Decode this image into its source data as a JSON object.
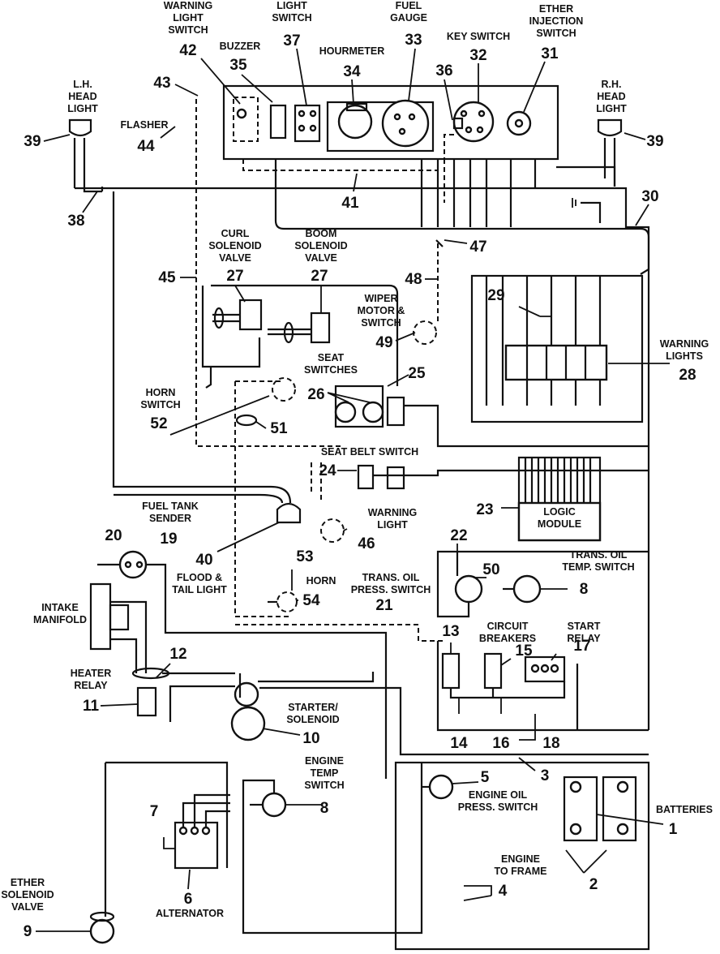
{
  "labels": {
    "warning_light_switch": [
      "WARNING",
      "LIGHT",
      "SWITCH"
    ],
    "light_switch": [
      "LIGHT",
      "SWITCH"
    ],
    "buzzer": "BUZZER",
    "hourmeter": "HOURMETER",
    "fuel_gauge": [
      "FUEL",
      "GAUGE"
    ],
    "key_switch": "KEY SWITCH",
    "ether_injection_switch": [
      "ETHER",
      "INJECTION",
      "SWITCH"
    ],
    "lh_head_light": [
      "L.H.",
      "HEAD",
      "LIGHT"
    ],
    "rh_head_light": [
      "R.H.",
      "HEAD",
      "LIGHT"
    ],
    "flasher": "FLASHER",
    "curl_solenoid_valve": [
      "CURL",
      "SOLENOID",
      "VALVE"
    ],
    "boom_solenoid_valve": [
      "BOOM",
      "SOLENOID",
      "VALVE"
    ],
    "wiper_motor_switch": [
      "WIPER",
      "MOTOR &",
      "SWITCH"
    ],
    "warning_lights": [
      "WARNING",
      "LIGHTS"
    ],
    "seat_switches": [
      "SEAT",
      "SWITCHES"
    ],
    "horn_switch": [
      "HORN",
      "SWITCH"
    ],
    "seat_belt_switch": "SEAT BELT SWITCH",
    "logic_module": [
      "LOGIC",
      "MODULE"
    ],
    "fuel_tank_sender": [
      "FUEL TANK",
      "SENDER"
    ],
    "warning_light": [
      "WARNING",
      "LIGHT"
    ],
    "flood_tail_light": [
      "FLOOD &",
      "TAIL LIGHT"
    ],
    "horn": "HORN",
    "trans_oil_press_switch": [
      "TRANS. OIL",
      "PRESS. SWITCH"
    ],
    "trans_oil_temp_switch": [
      "TRANS. OIL",
      "TEMP. SWITCH"
    ],
    "intake_manifold": [
      "INTAKE",
      "MANIFOLD"
    ],
    "heater_relay": [
      "HEATER",
      "RELAY"
    ],
    "circuit_breakers": [
      "CIRCUIT",
      "BREAKERS"
    ],
    "start_relay": [
      "START",
      "RELAY"
    ],
    "starter_solenoid": [
      "STARTER/",
      "SOLENOID"
    ],
    "engine_temp_switch": [
      "ENGINE",
      "TEMP",
      "SWITCH"
    ],
    "engine_oil_press_switch": [
      "ENGINE OIL",
      "PRESS. SWITCH"
    ],
    "batteries": "BATTERIES",
    "engine_to_frame": [
      "ENGINE",
      "TO FRAME"
    ],
    "alternator": "ALTERNATOR",
    "ether_solenoid_valve": [
      "ETHER",
      "SOLENOID",
      "VALVE"
    ]
  },
  "numbers": {
    "n42": "42",
    "n35": "35",
    "n37": "37",
    "n34": "34",
    "n33": "33",
    "n36": "36",
    "n32": "32",
    "n31": "31",
    "n43": "43",
    "n39a": "39",
    "n39b": "39",
    "n44": "44",
    "n41": "41",
    "n38": "38",
    "n30": "30",
    "n47": "47",
    "n45": "45",
    "n27a": "27",
    "n27b": "27",
    "n48": "48",
    "n49": "49",
    "n29": "29",
    "n28": "28",
    "n25": "25",
    "n26": "26",
    "n52": "52",
    "n51": "51",
    "n24": "24",
    "n23": "23",
    "n20": "20",
    "n19": "19",
    "n40": "40",
    "n46": "46",
    "n22": "22",
    "n50": "50",
    "n8a": "8",
    "n53": "53",
    "n54": "54",
    "n21": "21",
    "n13": "13",
    "n15": "15",
    "n17": "17",
    "n12": "12",
    "n11": "11",
    "n10": "10",
    "n14": "14",
    "n16": "16",
    "n18": "18",
    "n3": "3",
    "n5": "5",
    "n8b": "8",
    "n7": "7",
    "n1": "1",
    "n2": "2",
    "n4": "4",
    "n6": "6",
    "n9": "9"
  }
}
